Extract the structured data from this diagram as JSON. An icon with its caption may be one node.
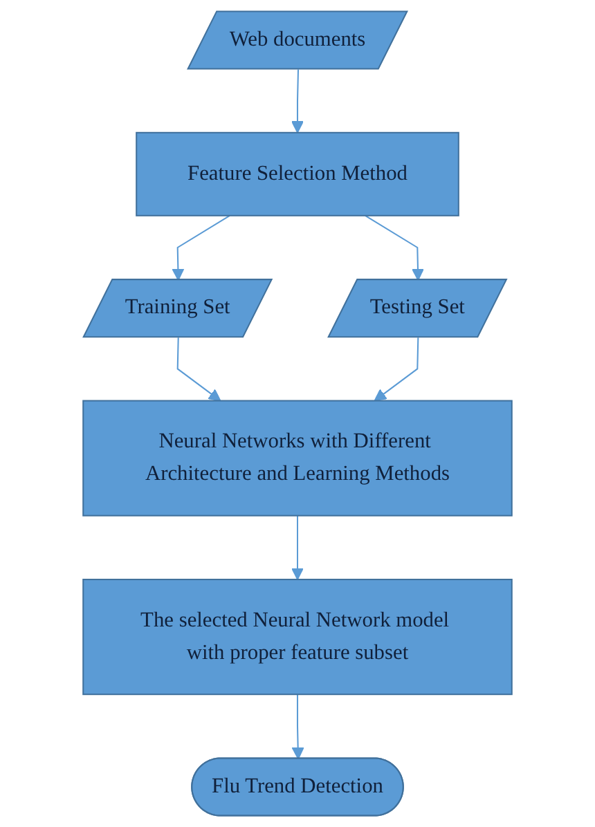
{
  "diagram": {
    "nodes": [
      {
        "text": [
          "Web documents"
        ]
      },
      {
        "text": [
          "Feature Selection Method"
        ]
      },
      {
        "text": [
          "Training Set"
        ]
      },
      {
        "text": [
          "Testing Set"
        ]
      },
      {
        "text": [
          "Neural Networks with Different Architecture and Learning Methods"
        ]
      },
      {
        "text": [
          "The selected Neural Network model with proper feature subset"
        ]
      },
      {
        "text": [
          "Flu Trend Detection"
        ]
      }
    ],
    "edges": [
      {
        "from": 0,
        "to": 1,
        "arrow": "to"
      },
      {
        "from": 1,
        "to": 2,
        "arrow": "to"
      },
      {
        "from": 1,
        "to": 3,
        "arrow": "to"
      },
      {
        "from": 2,
        "to": 4,
        "arrow": "to"
      },
      {
        "from": 3,
        "to": 4,
        "arrow": "to"
      },
      {
        "from": 4,
        "to": 5,
        "arrow": "to"
      },
      {
        "from": 5,
        "to": 6,
        "arrow": "to"
      }
    ]
  }
}
